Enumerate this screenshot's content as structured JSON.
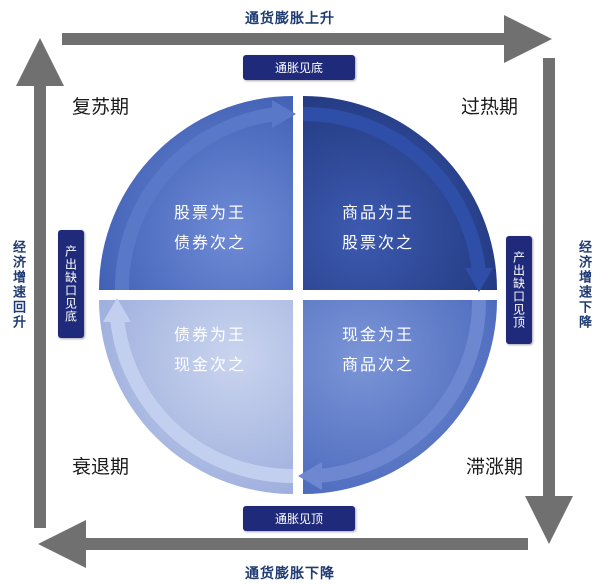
{
  "axes": {
    "top": "通货膨胀上升",
    "bottom": "通货膨胀下降",
    "left": "经济增速回升",
    "right": "经济增速下降"
  },
  "badges": {
    "top": "通胀见底",
    "bottom": "通胀见顶",
    "left": "产出缺口见底",
    "right": "产出缺口见顶"
  },
  "phases": {
    "recovery": "复苏期",
    "overheat": "过热期",
    "stagflation": "滞涨期",
    "recession": "衰退期"
  },
  "quadrants": {
    "top_left": {
      "line1": "股票为王",
      "line2": "债券次之",
      "color": "#4a6bbf"
    },
    "top_right": {
      "line1": "商品为王",
      "line2": "股票次之",
      "color": "#2d4a9c"
    },
    "bottom_right": {
      "line1": "现金为王",
      "line2": "商品次之",
      "color": "#5d7cc8"
    },
    "bottom_left": {
      "line1": "债券为王",
      "line2": "现金次之",
      "color": "#b3c2e6"
    }
  },
  "colors": {
    "arrow_gray": "#707070",
    "badge_navy": "#1f2a7a"
  }
}
